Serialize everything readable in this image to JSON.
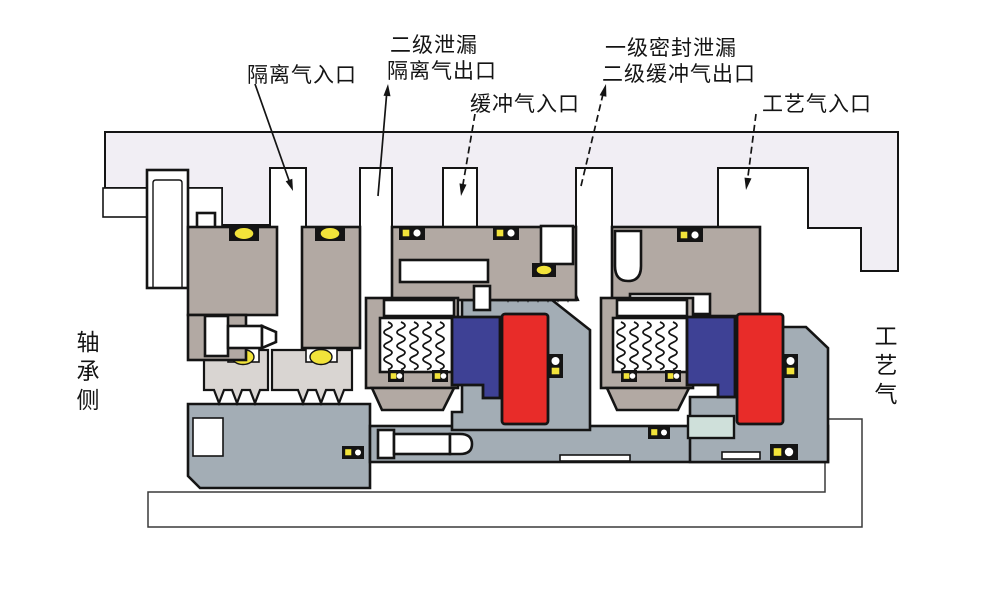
{
  "labels": {
    "isolation_gas_inlet": "隔离气入口",
    "secondary_leak_line1": "二级泄漏",
    "secondary_leak_line2": "隔离气出口",
    "buffer_gas_inlet": "缓冲气入口",
    "primary_leak_line1": "一级密封泄漏",
    "primary_leak_line2": "二级缓冲气出口",
    "process_gas_inlet": "工艺气入口",
    "bearing_side": "轴承侧",
    "process_gas": "工艺气"
  },
  "colors": {
    "outline": "#141414",
    "housing": "#f1eef4",
    "body": "#b2a9a3",
    "light": "#d9d5d2",
    "sleeve": "#a3adb5",
    "stationary_ring": "#3e4195",
    "rotating_ring": "#e82c29",
    "oring": "#f2e33a",
    "key": "#cfe0da",
    "shaft_line": "#3a3a3a"
  }
}
